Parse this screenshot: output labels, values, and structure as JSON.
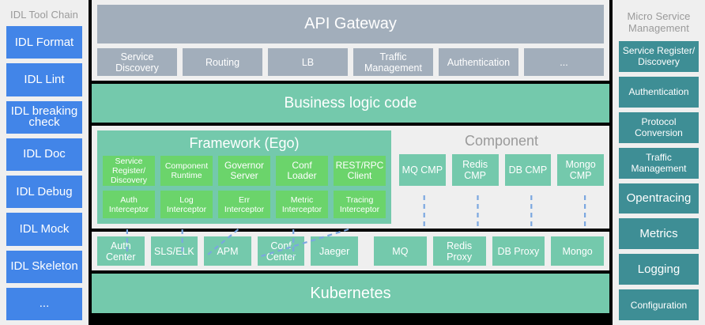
{
  "left_sidebar": {
    "title": "IDL Tool Chain",
    "items": [
      {
        "label": "IDL Format",
        "size": "big"
      },
      {
        "label": "IDL Lint",
        "size": "big"
      },
      {
        "label": "IDL breaking check",
        "size": "small"
      },
      {
        "label": "IDL Doc",
        "size": "big"
      },
      {
        "label": "IDL Debug",
        "size": "big"
      },
      {
        "label": "IDL Mock",
        "size": "big"
      },
      {
        "label": "IDL Skeleton",
        "size": "small"
      },
      {
        "label": "...",
        "size": "big"
      }
    ],
    "color": "#4285e8"
  },
  "right_sidebar": {
    "title": "Micro Service Management",
    "items": [
      {
        "label": "Service Register/ Discovery",
        "size": "small"
      },
      {
        "label": "Authentication",
        "size": "small"
      },
      {
        "label": "Protocol Conversion",
        "size": "small"
      },
      {
        "label": "Traffic Management",
        "size": "small"
      },
      {
        "label": "Opentracing",
        "size": "lg"
      },
      {
        "label": "Metrics",
        "size": "lg"
      },
      {
        "label": "Logging",
        "size": "lg"
      },
      {
        "label": "Configuration",
        "size": "small"
      }
    ],
    "color": "#3e8e95"
  },
  "gateway": {
    "title": "API Gateway",
    "color": "#a2aebb",
    "items": [
      {
        "label": "Service Discovery"
      },
      {
        "label": "Routing"
      },
      {
        "label": "LB"
      },
      {
        "label": "Traffic Management"
      },
      {
        "label": "Authentication"
      },
      {
        "label": "..."
      }
    ]
  },
  "business_logic": {
    "label": "Business logic code",
    "color": "#74c9ac"
  },
  "framework": {
    "title": "Framework  (Ego)",
    "color": "#74c9ac",
    "cell_color": "#6bd46b",
    "row1": [
      {
        "label": "Service Register/ Discovery",
        "size": "s"
      },
      {
        "label": "Component Runtime",
        "size": "s"
      },
      {
        "label": "Governor Server",
        "size": "m"
      },
      {
        "label": "Conf Loader",
        "size": "m"
      },
      {
        "label": "REST/RPC Client",
        "size": "m"
      }
    ],
    "row2": [
      {
        "label": "Auth Interceptor",
        "size": "s"
      },
      {
        "label": "Log Interceptor",
        "size": "s"
      },
      {
        "label": "Err Interceptor",
        "size": "s"
      },
      {
        "label": "Metric Interceptor",
        "size": "s"
      },
      {
        "label": "Tracing Interceptor",
        "size": "s"
      }
    ]
  },
  "component": {
    "title": "Component",
    "color": "#74c9ac",
    "items": [
      {
        "label": "MQ CMP"
      },
      {
        "label": "Redis CMP"
      },
      {
        "label": "DB CMP"
      },
      {
        "label": "Mongo CMP"
      }
    ]
  },
  "infrastructure": {
    "color": "#74c9ac",
    "left_items": [
      {
        "label": "Auth Center"
      },
      {
        "label": "SLS/ELK"
      },
      {
        "label": "APM"
      },
      {
        "label": "Conf Center"
      },
      {
        "label": "Jaeger"
      }
    ],
    "right_items": [
      {
        "label": "MQ"
      },
      {
        "label": "Redis Proxy"
      },
      {
        "label": "DB Proxy"
      },
      {
        "label": "Mongo"
      }
    ]
  },
  "kubernetes": {
    "label": "Kubernetes",
    "color": "#74c9ac"
  },
  "connector_color": "#7ba7e0"
}
